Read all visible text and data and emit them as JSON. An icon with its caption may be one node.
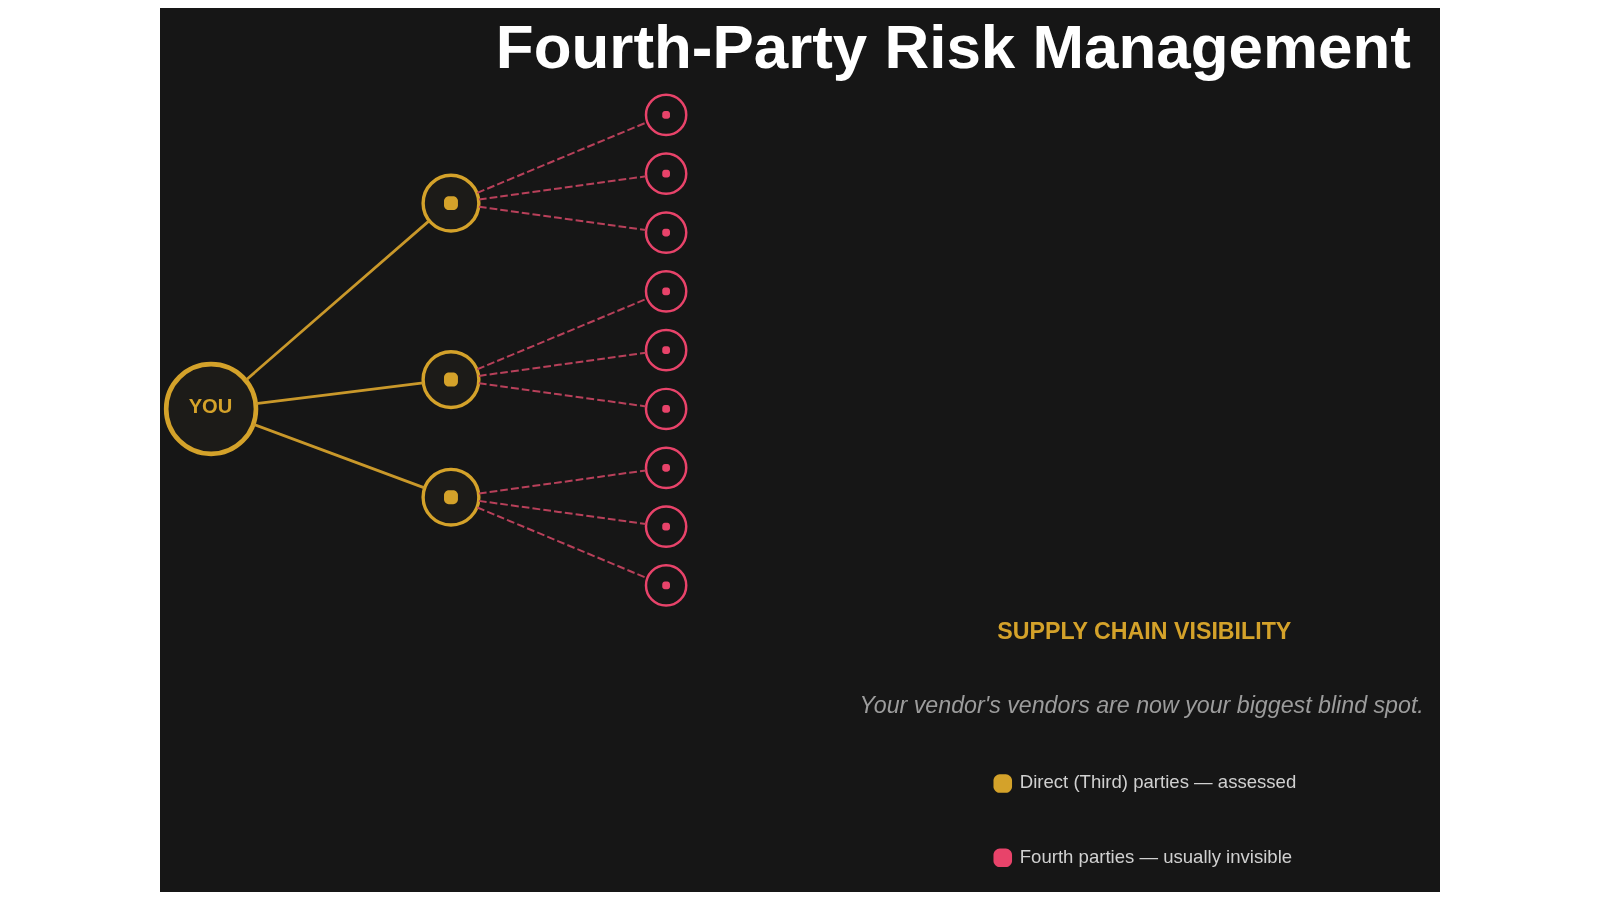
{
  "diagram": {
    "title": "Fourth-Party Risk Management",
    "nodes": [
      {
        "text": [
          "YOU"
        ]
      },
      {
        "text": [],
        "shape": "circle"
      },
      {
        "text": [],
        "shape": "circle"
      },
      {
        "text": [],
        "shape": "circle"
      },
      {
        "text": [],
        "shape": "circle"
      },
      {
        "text": [],
        "shape": "circle"
      },
      {
        "text": [],
        "shape": "circle"
      },
      {
        "text": [],
        "shape": "circle"
      },
      {
        "text": [],
        "shape": "circle"
      },
      {
        "text": [],
        "shape": "circle"
      },
      {
        "text": [],
        "shape": "circle"
      },
      {
        "text": [],
        "shape": "circle"
      },
      {
        "text": [],
        "shape": "circle"
      }
    ],
    "edges": [
      {
        "from": 0,
        "to": 1,
        "arrow": "none",
        "color": "#c9982a"
      },
      {
        "from": 0,
        "to": 2,
        "arrow": "none",
        "color": "#c9982a"
      },
      {
        "from": 0,
        "to": 3,
        "arrow": "none",
        "color": "#c9982a"
      },
      {
        "from": 1,
        "to": 4,
        "arrow": "none",
        "style": "dashed"
      },
      {
        "from": 1,
        "to": 5,
        "arrow": "none",
        "style": "dashed"
      },
      {
        "from": 1,
        "to": 6,
        "arrow": "none",
        "style": "dashed"
      },
      {
        "from": 2,
        "to": 7,
        "arrow": "none",
        "style": "dashed"
      },
      {
        "from": 2,
        "to": 8,
        "arrow": "none",
        "style": "dashed"
      },
      {
        "from": 2,
        "to": 9,
        "arrow": "none",
        "style": "dashed"
      },
      {
        "from": 3,
        "to": 10,
        "arrow": "none",
        "style": "dashed"
      },
      {
        "from": 3,
        "to": 11,
        "arrow": "none",
        "style": "dashed"
      },
      {
        "from": 3,
        "to": 12,
        "arrow": "none",
        "style": "dashed"
      }
    ],
    "labels": [
      "SUPPLY CHAIN VISIBILITY",
      "Your vendor's vendors are now your biggest blind spot."
    ],
    "legend": [
      {
        "text": "Direct (Third) parties — assessed",
        "color": "#d4a22a"
      },
      {
        "text": "Fourth parties — usually invisible",
        "color": "#e8436a"
      }
    ]
  }
}
